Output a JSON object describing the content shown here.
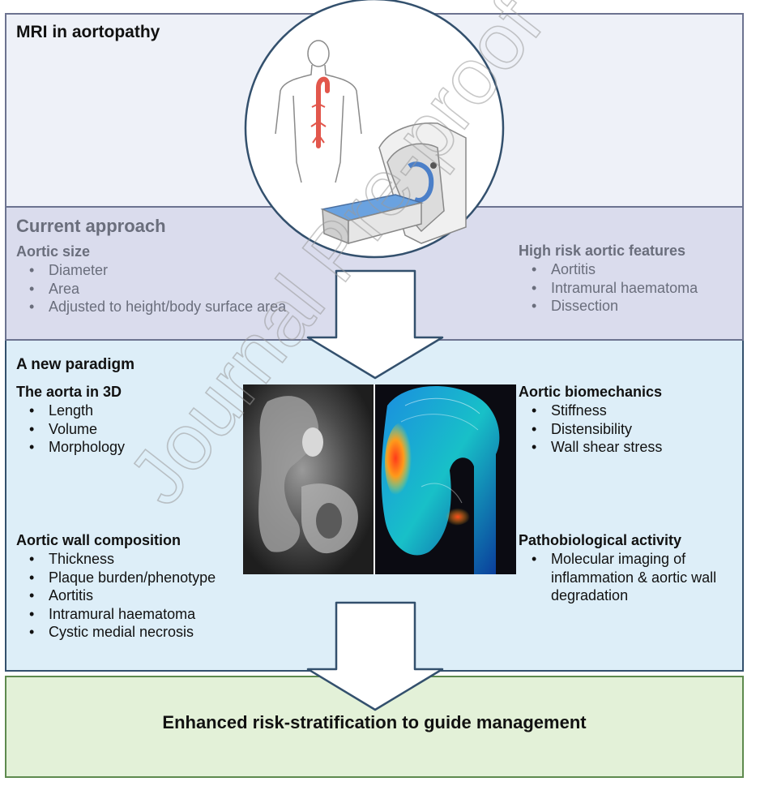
{
  "header": {
    "title": "MRI in aortopathy"
  },
  "current": {
    "heading": "Current approach",
    "left_title": "Aortic size",
    "left_items": [
      "Diameter",
      "Area",
      "Adjusted to height/body surface area"
    ],
    "right_title": "High risk aortic features",
    "right_items": [
      "Aortitis",
      "Intramural haematoma",
      "Dissection"
    ]
  },
  "paradigm": {
    "heading": "A new paradigm",
    "aorta3d_title": "The aorta in 3D",
    "aorta3d_items": [
      "Length",
      "Volume",
      "Morphology"
    ],
    "wall_title": "Aortic wall composition",
    "wall_items": [
      "Thickness",
      "Plaque burden/phenotype",
      "Aortitis",
      "Intramural haematoma",
      "Cystic medial necrosis"
    ],
    "biomech_title": "Aortic biomechanics",
    "biomech_items": [
      "Stiffness",
      "Distensibility",
      "Wall shear stress"
    ],
    "patho_title": "Pathobiological activity",
    "patho_item_lines": [
      "Molecular imaging of",
      "inflammation & aortic wall",
      "degradation"
    ]
  },
  "outcome": {
    "text": "Enhanced risk-stratification to guide management"
  },
  "watermark": {
    "text": "Journal Pre-proof"
  },
  "colors": {
    "panel1_bg": "#eef1f8",
    "panel2_bg": "#dadced",
    "panel3_bg": "#ddeef8",
    "panel4_bg": "#e3f1d8",
    "aorta_red": "#e2574c",
    "arrow_stroke": "#33506d"
  }
}
